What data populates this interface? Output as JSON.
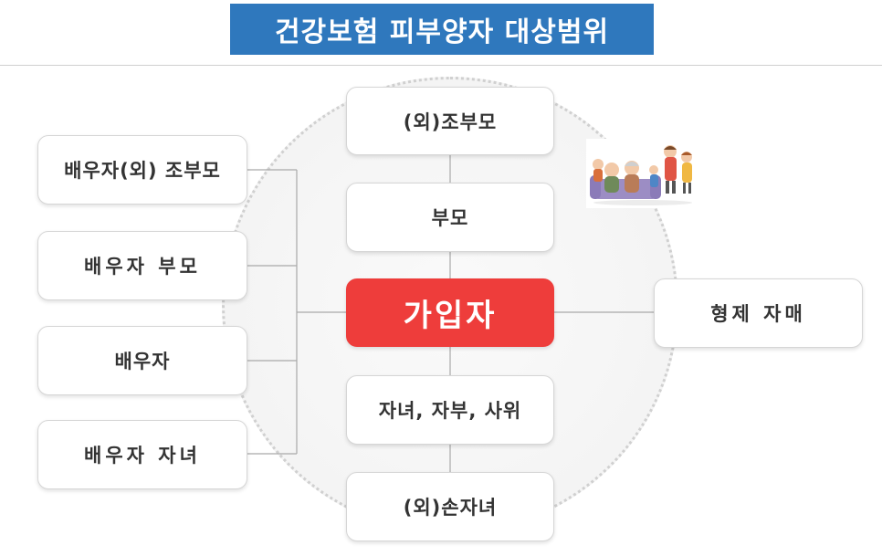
{
  "title": "건강보험 피부양자 대상범위",
  "colors": {
    "title_bg": "#2f78bd",
    "main_node": "#ee3d3b",
    "node_border": "#d6d6d6",
    "line": "#a9a9a9"
  },
  "center": {
    "grandparents": "(외)조부모",
    "parents": "부모",
    "subscriber": "가입자",
    "children": "자녀, 자부, 사위",
    "grandchildren": "(외)손자녀"
  },
  "left": {
    "spouse_grandparents": "배우자(외) 조부모",
    "spouse_parents": "배우자 부모",
    "spouse": "배우자",
    "spouse_children": "배우자 자녀"
  },
  "right": {
    "siblings": "형제 자매"
  },
  "illustration": "family-illustration"
}
